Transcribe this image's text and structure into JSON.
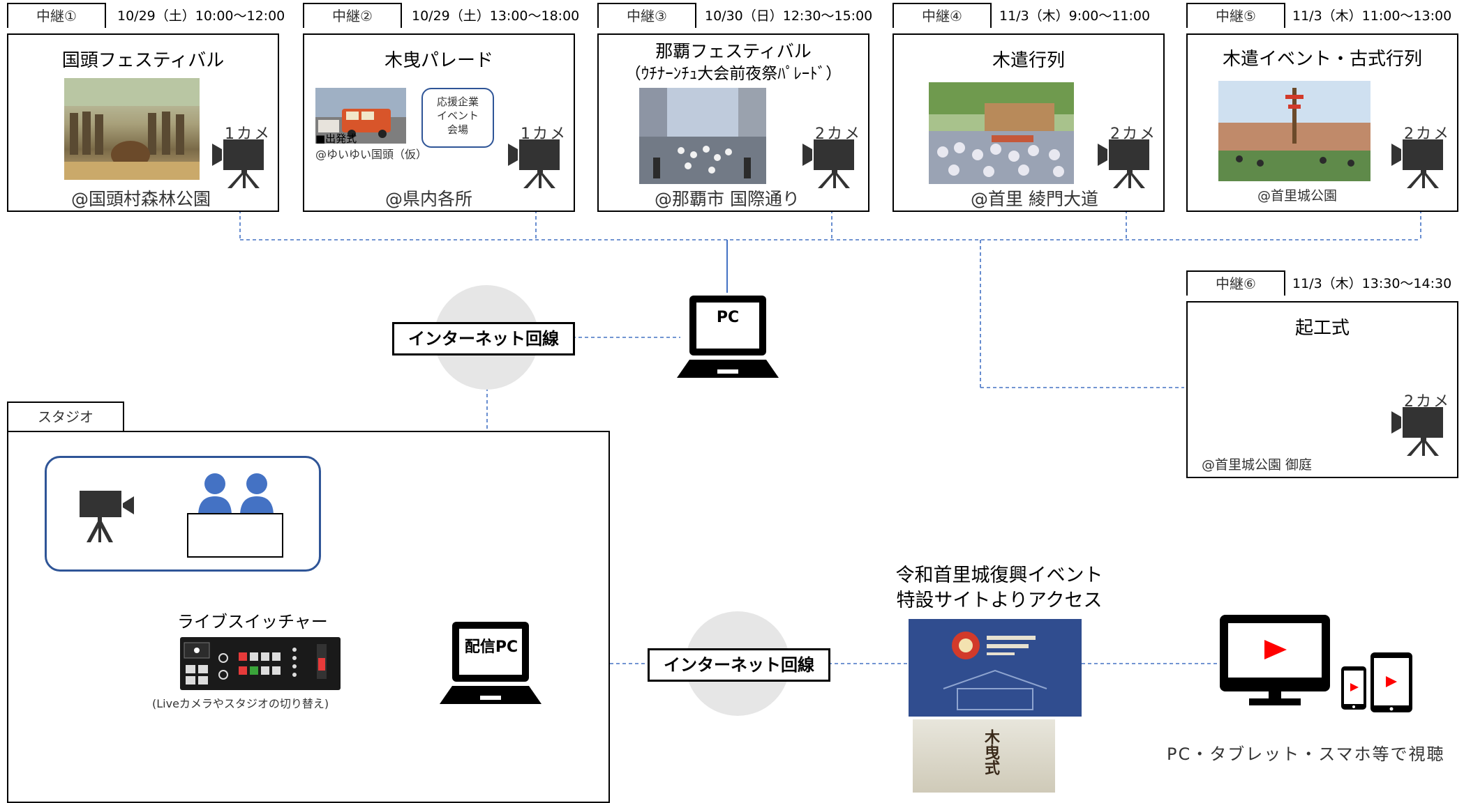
{
  "relays": [
    {
      "id": "中継①",
      "date": "10/29（土）10:00～12:00",
      "title": "国頭フェスティバル",
      "cameras": "1カメ",
      "location": "@国頭村森林公園"
    },
    {
      "id": "中継②",
      "date": "10/29（土）13:00～18:00",
      "title": "木曳パレード",
      "cameras": "1カメ",
      "location": "@県内各所",
      "photo_caption": "■出発式",
      "photo_place": "@ゆいゆい国頭（仮）",
      "sponsor_note": [
        "応援企業",
        "イベント",
        "会場"
      ]
    },
    {
      "id": "中継③",
      "date": "10/30（日）12:30～15:00",
      "title": "那覇フェスティバル",
      "subtitle": "（ｳﾁﾅｰﾝﾁｭ大会前夜祭ﾊﾟﾚｰﾄﾞ）",
      "cameras": "2カメ",
      "location": "@那覇市 国際通り"
    },
    {
      "id": "中継④",
      "date": "11/3（木）9:00～11:00",
      "title": "木遣行列",
      "cameras": "2カメ",
      "location": "@首里 綾門大道"
    },
    {
      "id": "中継⑤",
      "date": "11/3（木）11:00～13:00",
      "title": "木遣イベント・古式行列",
      "cameras": "2カメ",
      "location": "@首里城公園"
    },
    {
      "id": "中継⑥",
      "date": "11/3（木）13:30～14:30",
      "title": "起工式",
      "cameras": "2カメ",
      "location": "@首里城公園 御庭"
    }
  ],
  "network": {
    "pc_label": "PC",
    "internet_label": "インターネット回線"
  },
  "studio": {
    "label": "スタジオ",
    "switcher_label": "ライブスイッチャー",
    "switcher_note": "(Liveカメラやスタジオの切り替え)",
    "stream_pc_label": "配信PC",
    "internet_label": "インターネット回線"
  },
  "site": {
    "heading_line1": "令和首里城復興イベント",
    "heading_line2": "特設サイトよりアクセス",
    "poster_text": "木曳式"
  },
  "viewers": {
    "label": "PC・タブレット・スマホ等で視聴"
  },
  "icons": [
    "camera-icon",
    "pc-icon",
    "person-icon",
    "switcher-icon",
    "monitor-icon",
    "smartphone-icon",
    "tablet-icon",
    "play-icon"
  ],
  "colors": {
    "wire": "#4472c4",
    "frame": "#000000",
    "studio_group_border": "#2f5597",
    "person": "#4472c4",
    "play": "#ff0000",
    "globe": "#e6e6e6"
  }
}
